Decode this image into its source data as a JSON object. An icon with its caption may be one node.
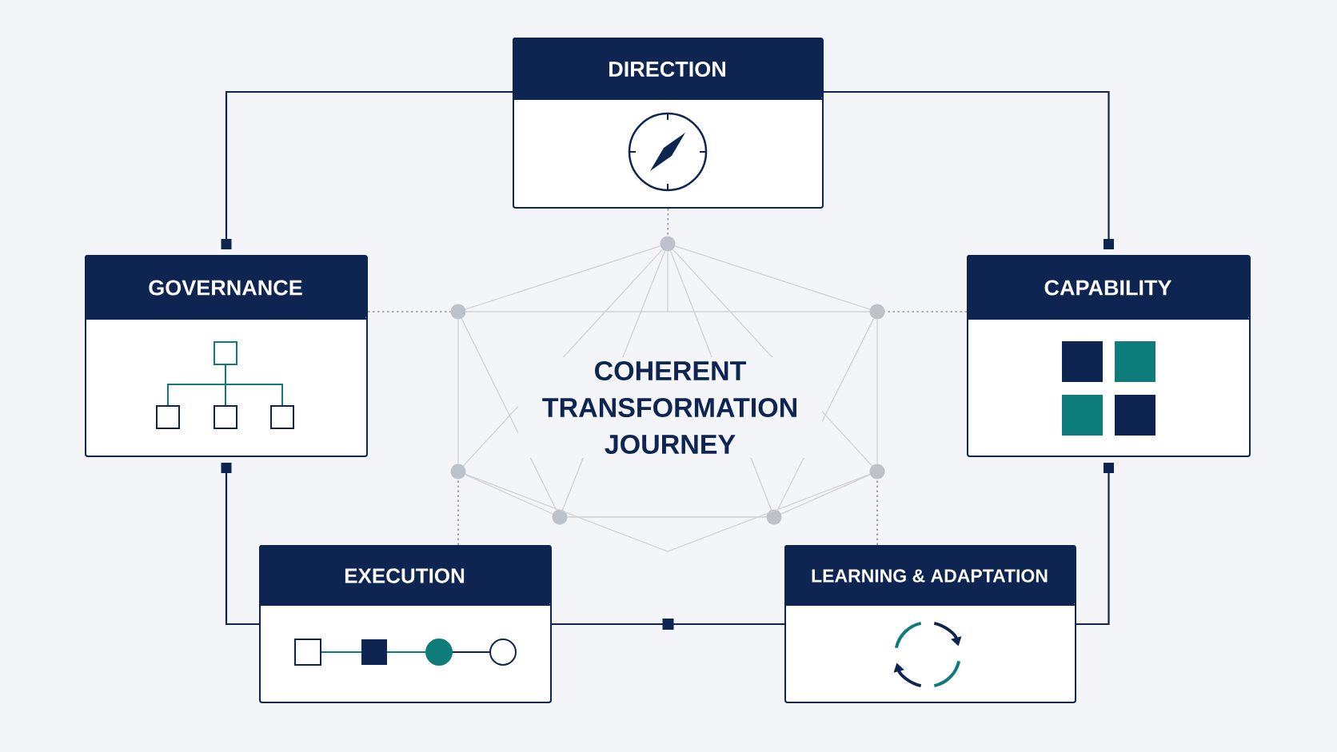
{
  "diagram": {
    "title": "COHERENT TRANSFORMATION JOURNEY",
    "nodes": [
      {
        "text": [
          "DIRECTION"
        ]
      },
      {
        "text": [
          "GOVERNANCE"
        ]
      },
      {
        "text": [
          "CAPABILITY"
        ]
      },
      {
        "text": [
          "EXECUTION"
        ]
      },
      {
        "text": [
          "LEARNING & ADAPTATION"
        ]
      },
      {
        "text": [],
        "shape": "circle"
      },
      {
        "text": [],
        "shape": "circle"
      },
      {
        "text": [],
        "shape": "circle"
      },
      {
        "text": [],
        "shape": "circle"
      },
      {
        "text": [],
        "shape": "circle"
      },
      {
        "text": [],
        "shape": "circle"
      },
      {
        "text": [],
        "shape": "circle"
      }
    ],
    "edges": [
      {
        "from": 0,
        "to": 1,
        "arrow": "other",
        "color": "#0d2550"
      },
      {
        "from": 0,
        "to": 2,
        "arrow": "other",
        "color": "#0d2550"
      },
      {
        "from": 3,
        "to": 1,
        "arrow": "other",
        "color": "#0d2550"
      },
      {
        "from": 4,
        "to": 2,
        "arrow": "other",
        "color": "#0d2550"
      },
      {
        "from": 3,
        "to": 4,
        "arrow": "none",
        "color": "#0d2550"
      },
      {
        "from": 0,
        "to": 5,
        "arrow": "none",
        "style": "dashed",
        "color": "#8a92a6"
      },
      {
        "from": 1,
        "to": 6,
        "arrow": "none",
        "style": "dashed",
        "color": "#8a92a6"
      },
      {
        "from": 2,
        "to": 7,
        "arrow": "none",
        "style": "dashed",
        "color": "#8a92a6"
      },
      {
        "from": 3,
        "to": 8,
        "arrow": "none",
        "style": "dashed",
        "color": "#8a92a6"
      },
      {
        "from": 4,
        "to": 9,
        "arrow": "none",
        "style": "dashed",
        "color": "#8a92a6"
      },
      {
        "from": 5,
        "to": 6,
        "arrow": "none"
      },
      {
        "from": 5,
        "to": 7,
        "arrow": "none"
      },
      {
        "from": 6,
        "to": 7,
        "arrow": "none"
      },
      {
        "from": 5,
        "to": 8,
        "arrow": "none"
      },
      {
        "from": 5,
        "to": 9,
        "arrow": "none"
      },
      {
        "from": 6,
        "to": 10,
        "arrow": "none"
      },
      {
        "from": 7,
        "to": 11,
        "arrow": "none"
      },
      {
        "from": 6,
        "to": 8,
        "arrow": "none"
      },
      {
        "from": 7,
        "to": 9,
        "arrow": "none"
      },
      {
        "from": 8,
        "to": 10,
        "arrow": "none"
      },
      {
        "from": 9,
        "to": 11,
        "arrow": "none"
      },
      {
        "from": 10,
        "to": 11,
        "arrow": "none"
      },
      {
        "from": 8,
        "to": 9,
        "arrow": "none"
      },
      {
        "from": 10,
        "to": 5,
        "arrow": "none"
      },
      {
        "from": 11,
        "to": 5,
        "arrow": "none"
      }
    ]
  }
}
